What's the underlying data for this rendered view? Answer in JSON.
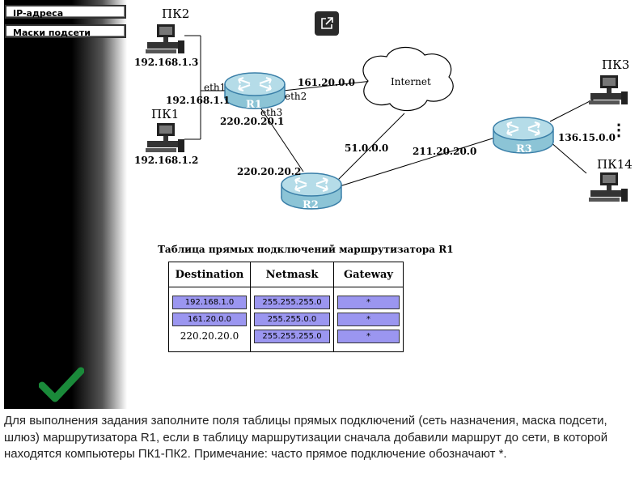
{
  "sidebar": {
    "btn_ip": "IP-адреса",
    "btn_masks": "Маски подсети"
  },
  "network": {
    "pc2": {
      "name": "ПК2",
      "ip": "192.168.1.3"
    },
    "pc1": {
      "name": "ПК1",
      "ip": "192.168.1.2"
    },
    "pc3": {
      "name": "ПК3"
    },
    "pc14": {
      "name": "ПК14"
    },
    "r1_lan_ip": "192.168.1.1",
    "eth1": "eth1",
    "eth2": "eth2",
    "eth3": "eth3",
    "r1_label": "R1",
    "r2_label": "R2",
    "r3_label": "R3",
    "net_161": "161.20.0.0",
    "internet": "Internet",
    "net_220": "220.20.20.1",
    "net_220_2": "220.20.20.2",
    "net_51": "51.0.0.0",
    "net_211": "211.20.20.0",
    "net_136": "136.15.0.0",
    "dots": "⋮"
  },
  "routing_table": {
    "title": "Таблица прямых подключений маршрутизатора R1",
    "headers": [
      "Destination",
      "Netmask",
      "Gateway"
    ],
    "rows": [
      {
        "destination": "192.168.1.0",
        "netmask": "255.255.255.0",
        "gateway": "*"
      },
      {
        "destination": "161.20.0.0",
        "netmask": "255.255.0.0",
        "gateway": "*"
      },
      {
        "destination": "220.20.20.0",
        "netmask": "255.255.255.0",
        "gateway": "*"
      }
    ]
  },
  "description": "Для выполнения задания заполните поля таблицы прямых подключений (сеть назначения, маска подсети, шлюз) маршрутизатора R1, если в таблицу маршрутизации сначала добавили маршрут до сети, в которой находятся компьютеры ПК1-ПК2. Примечание: часто прямое подключение обозначают *.",
  "colors": {
    "input_fill": "#9b96f0",
    "router_fill": "#b5dce8",
    "check_green": "#1a8a3a"
  },
  "icons": {
    "external": "external-link-icon",
    "check": "checkmark-icon",
    "router": "router-icon",
    "pc": "computer-icon",
    "cloud": "cloud-icon"
  }
}
